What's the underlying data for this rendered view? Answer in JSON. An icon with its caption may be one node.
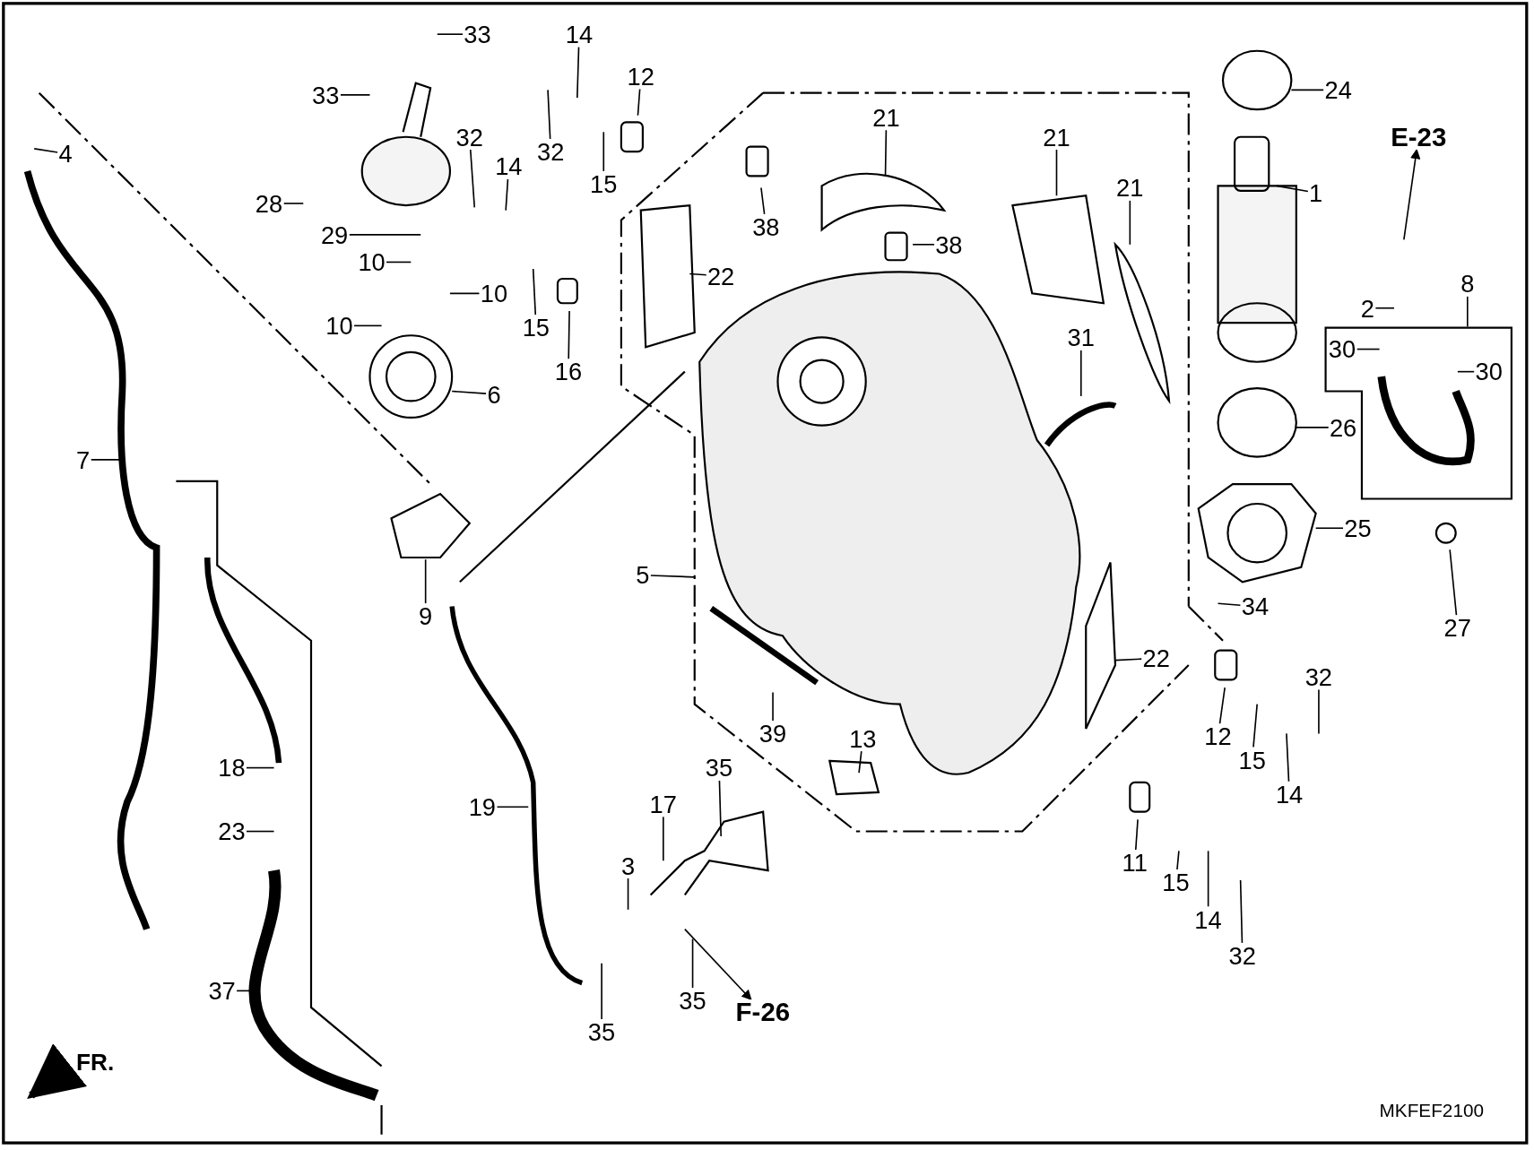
{
  "diagram": {
    "nodes": [
      {
        "text": [
          "33"
        ]
      },
      {
        "text": [
          "33"
        ]
      },
      {
        "text": [
          "4"
        ]
      },
      {
        "text": [
          "32"
        ]
      },
      {
        "text": [
          "14"
        ]
      },
      {
        "text": [
          "32"
        ]
      },
      {
        "text": [
          "12"
        ]
      },
      {
        "text": [
          "15"
        ]
      },
      {
        "text": [
          "21"
        ]
      },
      {
        "text": [
          "21"
        ]
      },
      {
        "text": [
          "21"
        ]
      },
      {
        "text": [
          "24"
        ]
      },
      {
        "text": [
          "E-23"
        ]
      },
      {
        "text": [
          "1"
        ]
      },
      {
        "text": [
          "28"
        ]
      },
      {
        "text": [
          "29"
        ]
      },
      {
        "text": [
          "14"
        ]
      },
      {
        "text": [
          "38"
        ]
      },
      {
        "text": [
          "38"
        ]
      },
      {
        "text": [
          "22"
        ]
      },
      {
        "text": [
          "10"
        ]
      },
      {
        "text": [
          "10"
        ]
      },
      {
        "text": [
          "10"
        ]
      },
      {
        "text": [
          "15"
        ]
      },
      {
        "text": [
          "16"
        ]
      },
      {
        "text": [
          "2"
        ]
      },
      {
        "text": [
          "8"
        ]
      },
      {
        "text": [
          "31"
        ]
      },
      {
        "text": [
          "30"
        ]
      },
      {
        "text": [
          "30"
        ]
      },
      {
        "text": [
          "6"
        ]
      },
      {
        "text": [
          "26"
        ]
      },
      {
        "text": [
          "7"
        ]
      },
      {
        "text": [
          "25"
        ]
      },
      {
        "text": [
          "5"
        ]
      },
      {
        "text": [
          "9"
        ]
      },
      {
        "text": [
          "34"
        ]
      },
      {
        "text": [
          "27"
        ]
      },
      {
        "text": [
          "22"
        ]
      },
      {
        "text": [
          "32"
        ]
      },
      {
        "text": [
          "12"
        ]
      },
      {
        "text": [
          "39"
        ]
      },
      {
        "text": [
          "13"
        ]
      },
      {
        "text": [
          "15"
        ]
      },
      {
        "text": [
          "14"
        ]
      },
      {
        "text": [
          "18"
        ]
      },
      {
        "text": [
          "35"
        ]
      },
      {
        "text": [
          "17"
        ]
      },
      {
        "text": [
          "19"
        ]
      },
      {
        "text": [
          "23"
        ]
      },
      {
        "text": [
          "11"
        ]
      },
      {
        "text": [
          "3"
        ]
      },
      {
        "text": [
          "15"
        ]
      },
      {
        "text": [
          "14"
        ]
      },
      {
        "text": [
          "32"
        ]
      },
      {
        "text": [
          "37"
        ]
      },
      {
        "text": [
          "35"
        ]
      },
      {
        "text": [
          "35"
        ]
      },
      {
        "text": [
          "F-26"
        ]
      }
    ],
    "edges": [
      {
        "from": 0,
        "to": null,
        "arrow": "none"
      },
      {
        "from": 1,
        "to": null,
        "arrow": "none"
      },
      {
        "from": 2,
        "to": null,
        "arrow": "none"
      },
      {
        "from": 3,
        "to": null,
        "arrow": "none"
      },
      {
        "from": 4,
        "to": null,
        "arrow": "none"
      },
      {
        "from": 5,
        "to": null,
        "arrow": "none"
      },
      {
        "from": 6,
        "to": null,
        "arrow": "none"
      },
      {
        "from": 7,
        "to": null,
        "arrow": "none"
      },
      {
        "from": 8,
        "to": null,
        "arrow": "none"
      },
      {
        "from": 9,
        "to": null,
        "arrow": "none"
      },
      {
        "from": 10,
        "to": null,
        "arrow": "none"
      },
      {
        "from": 11,
        "to": null,
        "arrow": "none"
      },
      {
        "from": null,
        "to": 12,
        "arrow": "to"
      },
      {
        "from": 13,
        "to": null,
        "arrow": "none"
      },
      {
        "from": 14,
        "to": null,
        "arrow": "none"
      },
      {
        "from": 15,
        "to": null,
        "arrow": "none"
      },
      {
        "from": 16,
        "to": null,
        "arrow": "none"
      },
      {
        "from": 17,
        "to": null,
        "arrow": "none"
      },
      {
        "from": 18,
        "to": null,
        "arrow": "none"
      },
      {
        "from": 19,
        "to": null,
        "arrow": "none"
      },
      {
        "from": 20,
        "to": null,
        "arrow": "none"
      },
      {
        "from": 21,
        "to": null,
        "arrow": "none"
      },
      {
        "from": 22,
        "to": null,
        "arrow": "none"
      },
      {
        "from": 23,
        "to": null,
        "arrow": "none"
      },
      {
        "from": 24,
        "to": null,
        "arrow": "none"
      },
      {
        "from": 25,
        "to": null,
        "arrow": "none"
      },
      {
        "from": 26,
        "to": null,
        "arrow": "none"
      },
      {
        "from": 27,
        "to": null,
        "arrow": "none"
      },
      {
        "from": 28,
        "to": null,
        "arrow": "none"
      },
      {
        "from": 29,
        "to": null,
        "arrow": "none"
      },
      {
        "from": 30,
        "to": null,
        "arrow": "none"
      },
      {
        "from": 31,
        "to": null,
        "arrow": "none"
      },
      {
        "from": 32,
        "to": null,
        "arrow": "none"
      },
      {
        "from": 33,
        "to": null,
        "arrow": "none"
      },
      {
        "from": 34,
        "to": null,
        "arrow": "none"
      },
      {
        "from": 35,
        "to": null,
        "arrow": "none"
      },
      {
        "from": 36,
        "to": null,
        "arrow": "none"
      },
      {
        "from": 37,
        "to": null,
        "arrow": "none"
      },
      {
        "from": 38,
        "to": null,
        "arrow": "none"
      },
      {
        "from": 39,
        "to": null,
        "arrow": "none"
      },
      {
        "from": 40,
        "to": null,
        "arrow": "none"
      },
      {
        "from": 41,
        "to": null,
        "arrow": "none"
      },
      {
        "from": 42,
        "to": null,
        "arrow": "none"
      },
      {
        "from": 43,
        "to": null,
        "arrow": "none"
      },
      {
        "from": 44,
        "to": null,
        "arrow": "none"
      },
      {
        "from": 45,
        "to": null,
        "arrow": "none"
      },
      {
        "from": 46,
        "to": null,
        "arrow": "none"
      },
      {
        "from": 47,
        "to": null,
        "arrow": "none"
      },
      {
        "from": 48,
        "to": null,
        "arrow": "none"
      },
      {
        "from": 49,
        "to": null,
        "arrow": "none"
      },
      {
        "from": 50,
        "to": null,
        "arrow": "none"
      },
      {
        "from": 51,
        "to": null,
        "arrow": "none"
      },
      {
        "from": 52,
        "to": null,
        "arrow": "none"
      },
      {
        "from": 53,
        "to": null,
        "arrow": "none"
      },
      {
        "from": 54,
        "to": null,
        "arrow": "none"
      },
      {
        "from": 55,
        "to": null,
        "arrow": "none"
      },
      {
        "from": 56,
        "to": null,
        "arrow": "none"
      },
      {
        "from": 57,
        "to": null,
        "arrow": "none"
      },
      {
        "from": null,
        "to": 58,
        "arrow": "to"
      }
    ],
    "labels": [
      "FR.",
      "MKFEF2100"
    ]
  }
}
